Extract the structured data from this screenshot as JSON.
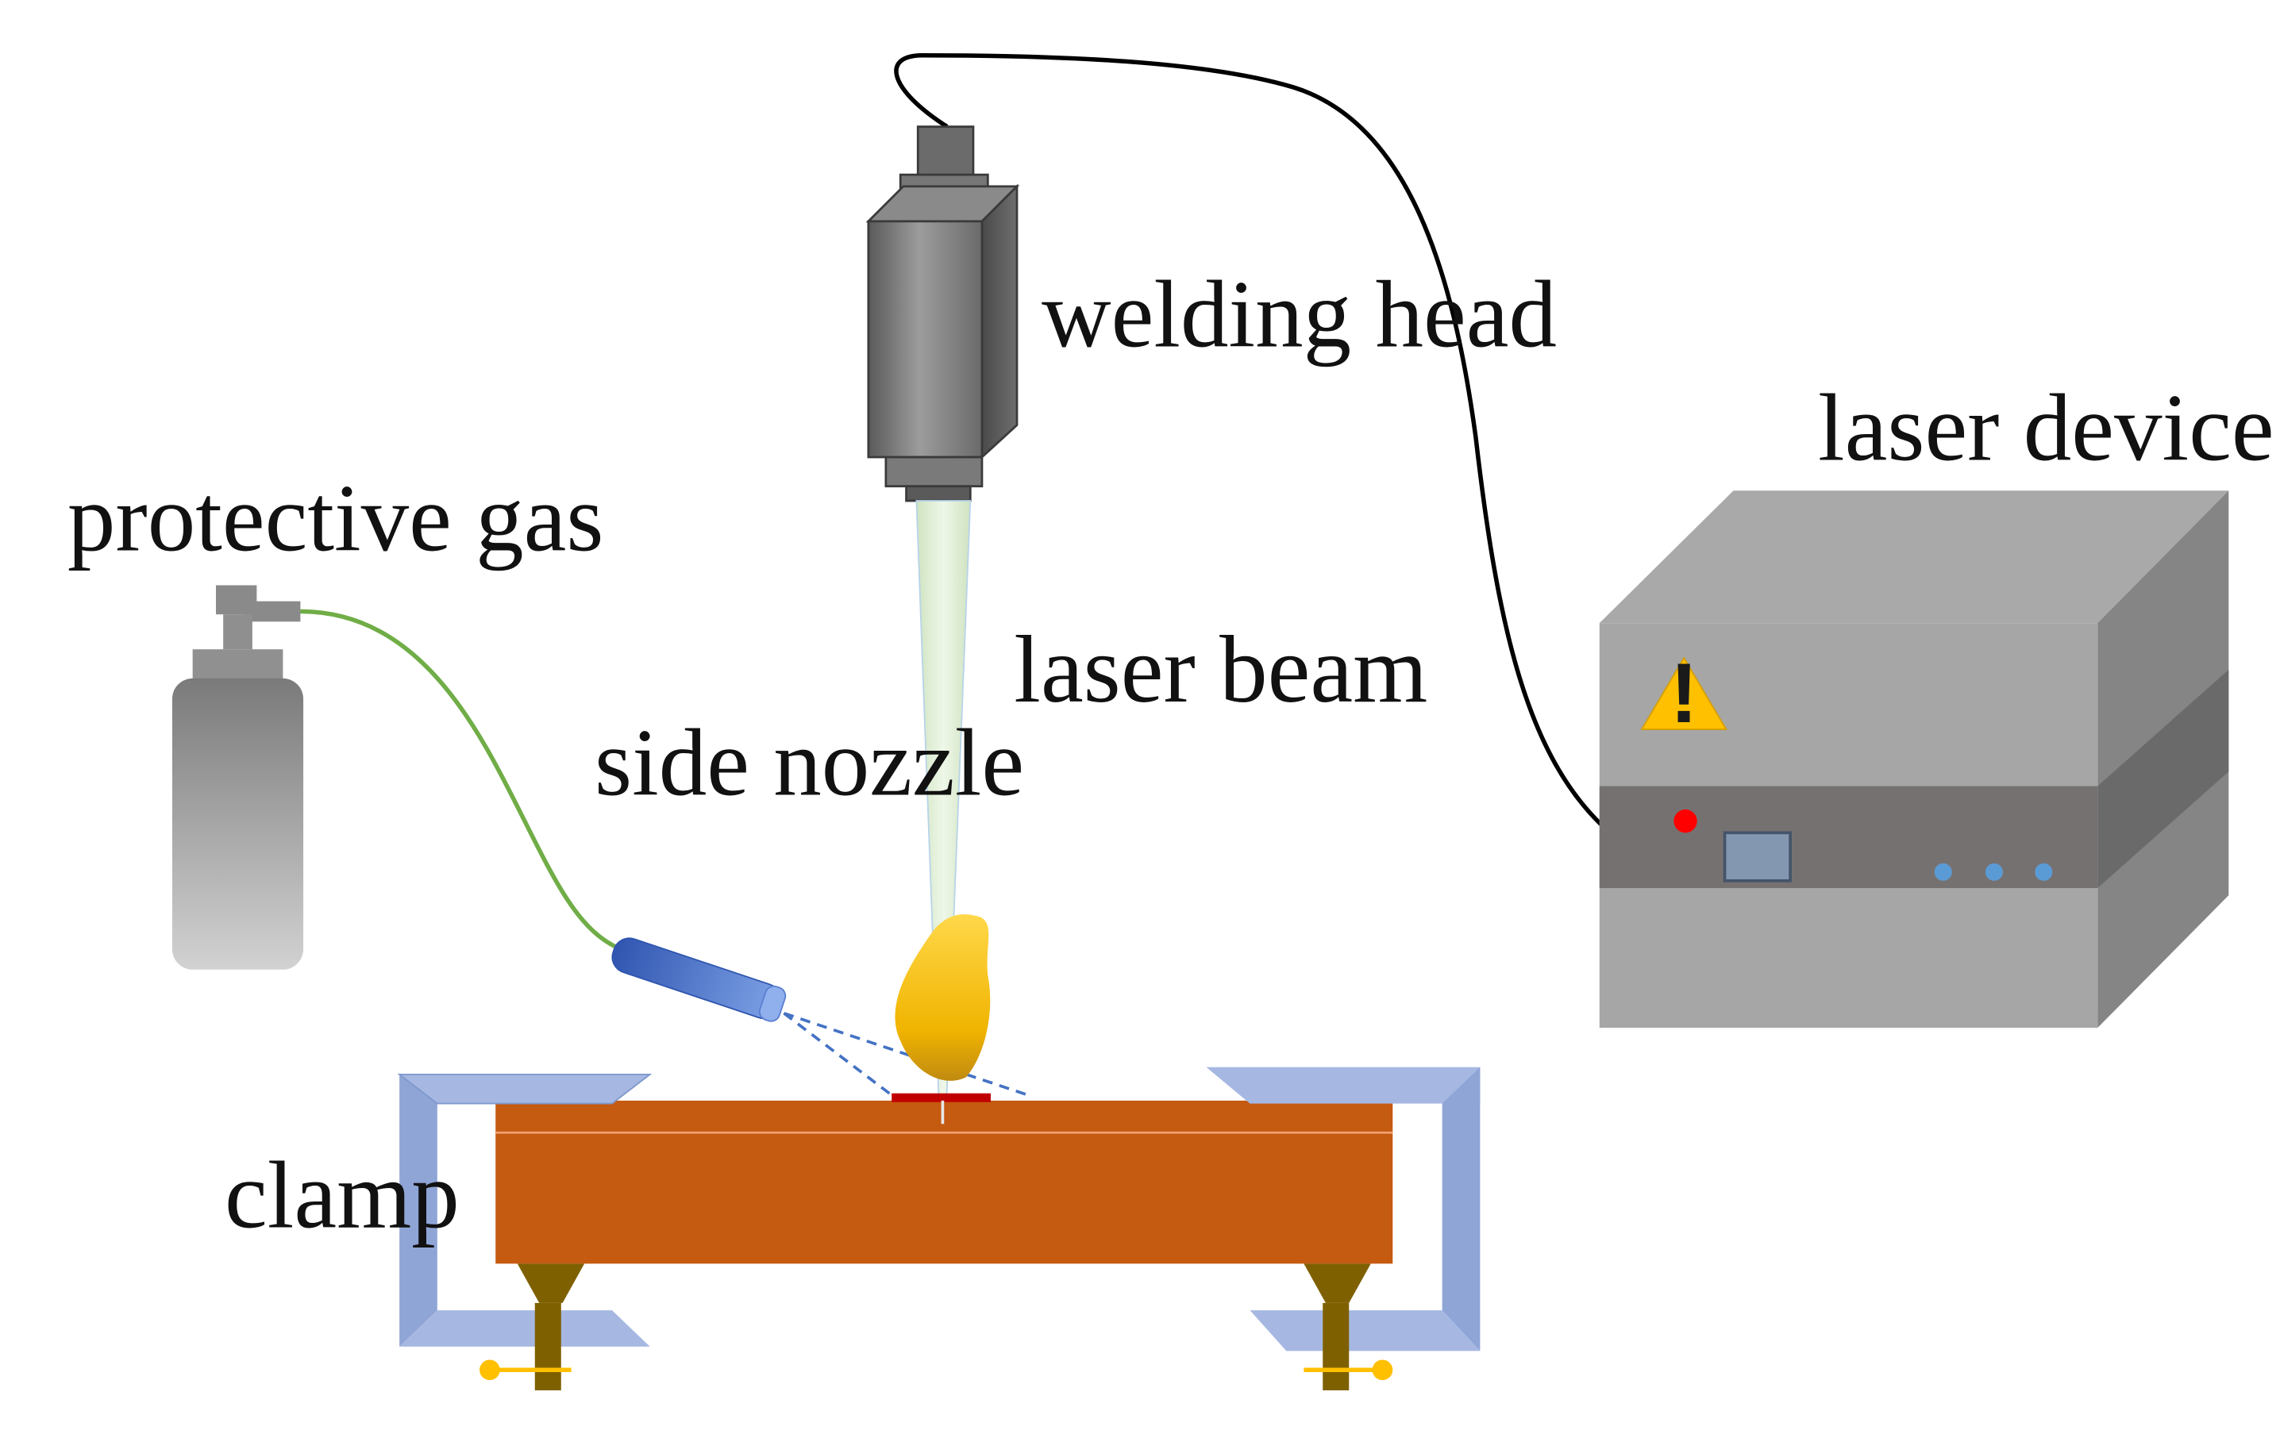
{
  "labels": {
    "welding_head": "welding head",
    "laser_device": "laser device",
    "protective_gas": "protective gas",
    "laser_beam": "laser beam",
    "side_nozzle": "side nozzle",
    "clamp": "clamp",
    "warning_symbol": "!"
  },
  "colors": {
    "workpiece": "#C55A11",
    "workpiece_edge": "#F0A070",
    "clamp": "#A6B8E2",
    "clamp_dark": "#7F98CC",
    "support": "#7F6000",
    "screw_handle": "#FFC000",
    "weld_seam": "#C00000",
    "molten_plume": "#F5C000",
    "nozzle": "#4472C4",
    "gas_hose": "#70AD47",
    "fiber_cable": "#000000",
    "laser_beam": "#E2F0D9",
    "laser_body": "#A6A6A6",
    "laser_band": "#767171",
    "indicator_red": "#FF0000",
    "indicator_blue": "#5B9BD5",
    "warning": "#FFC000"
  },
  "icons": {
    "warning": "warning-triangle-icon"
  }
}
